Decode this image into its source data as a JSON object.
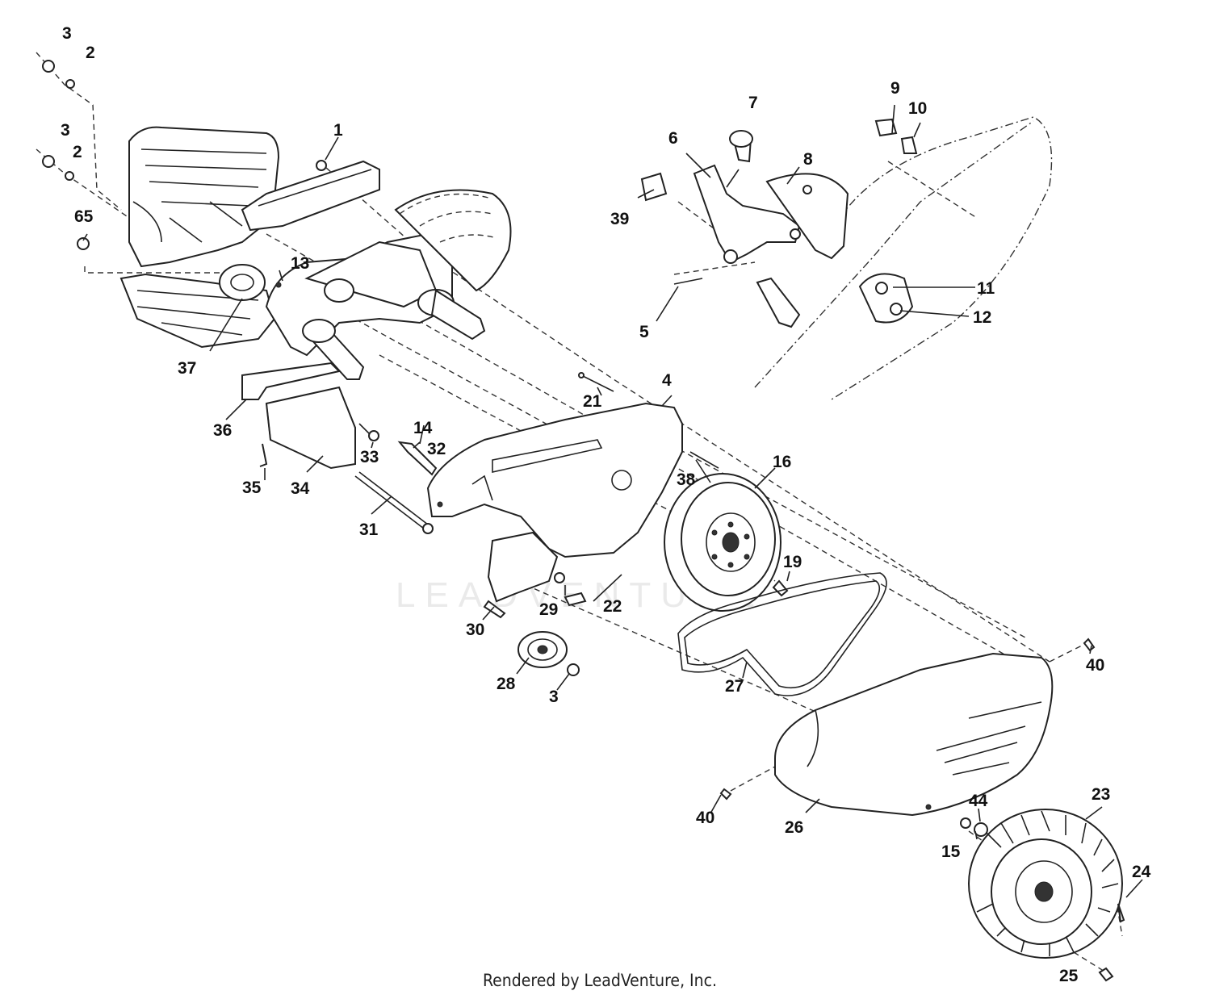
{
  "footer": {
    "rendered_by": "Rendered by LeadVenture, Inc."
  },
  "watermark": {
    "text": "LEADVENTURE"
  },
  "callouts": [
    {
      "id": "c3a",
      "text": "3"
    },
    {
      "id": "c2a",
      "text": "2"
    },
    {
      "id": "c3b",
      "text": "3"
    },
    {
      "id": "c2b",
      "text": "2"
    },
    {
      "id": "c65",
      "text": "65"
    },
    {
      "id": "c1",
      "text": "1"
    },
    {
      "id": "c13",
      "text": "13"
    },
    {
      "id": "c37",
      "text": "37"
    },
    {
      "id": "c36",
      "text": "36"
    },
    {
      "id": "c14",
      "text": "14"
    },
    {
      "id": "c32",
      "text": "32"
    },
    {
      "id": "c33",
      "text": "33"
    },
    {
      "id": "c35",
      "text": "35"
    },
    {
      "id": "c34",
      "text": "34"
    },
    {
      "id": "c31",
      "text": "31"
    },
    {
      "id": "c21",
      "text": "21"
    },
    {
      "id": "c4",
      "text": "4"
    },
    {
      "id": "c38",
      "text": "38"
    },
    {
      "id": "c16",
      "text": "16"
    },
    {
      "id": "c19",
      "text": "19"
    },
    {
      "id": "c7",
      "text": "7"
    },
    {
      "id": "c6",
      "text": "6"
    },
    {
      "id": "c8",
      "text": "8"
    },
    {
      "id": "c39",
      "text": "39"
    },
    {
      "id": "c5",
      "text": "5"
    },
    {
      "id": "c9",
      "text": "9"
    },
    {
      "id": "c10",
      "text": "10"
    },
    {
      "id": "c11",
      "text": "11"
    },
    {
      "id": "c12",
      "text": "12"
    },
    {
      "id": "c29",
      "text": "29"
    },
    {
      "id": "c22",
      "text": "22"
    },
    {
      "id": "c30",
      "text": "30"
    },
    {
      "id": "c28",
      "text": "28"
    },
    {
      "id": "c3c",
      "text": "3"
    },
    {
      "id": "c27",
      "text": "27"
    },
    {
      "id": "c40a",
      "text": "40"
    },
    {
      "id": "c40b",
      "text": "40"
    },
    {
      "id": "c26",
      "text": "26"
    },
    {
      "id": "c44",
      "text": "44"
    },
    {
      "id": "c15",
      "text": "15"
    },
    {
      "id": "c23",
      "text": "23"
    },
    {
      "id": "c24",
      "text": "24"
    },
    {
      "id": "c25",
      "text": "25"
    }
  ]
}
